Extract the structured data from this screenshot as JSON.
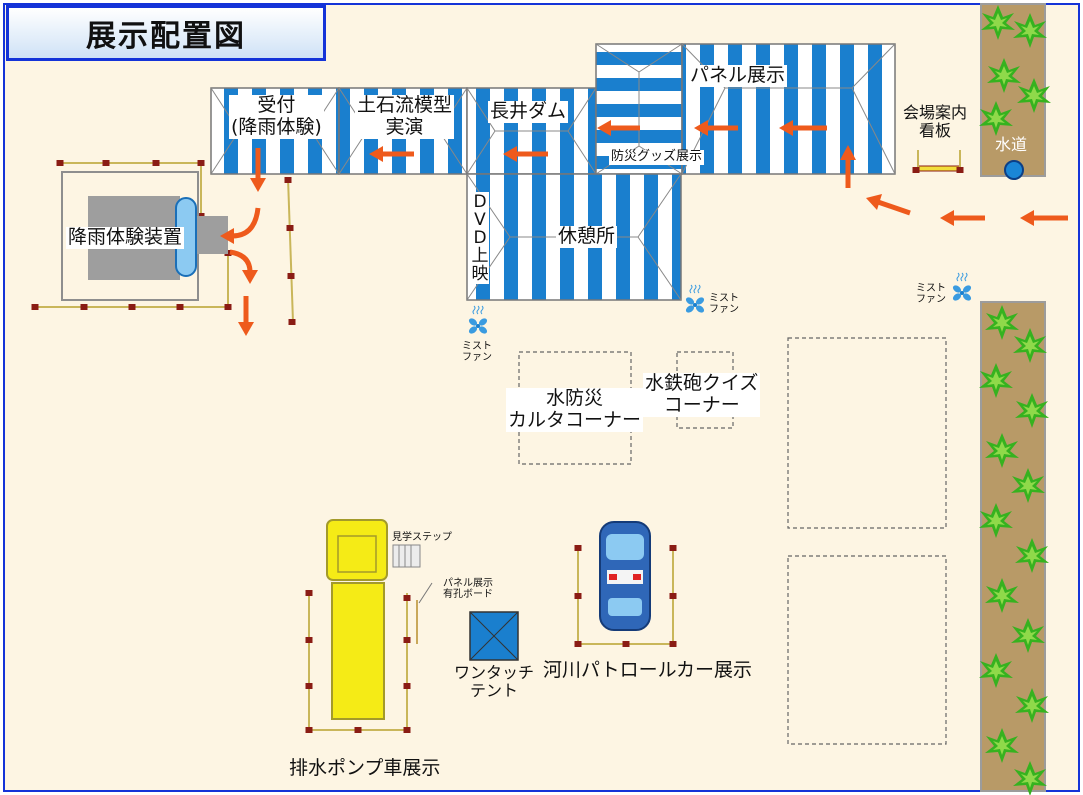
{
  "title": "展示配置図",
  "tents": {
    "uketsuke": {
      "line1": "受付",
      "line2": "(降雨体験)"
    },
    "dosekiryu": {
      "line1": "土石流模型",
      "line2": "実演"
    },
    "nagai_dam": "長井ダム",
    "panel": "パネル展示",
    "bousai_goods": "防災グッズ展示",
    "kyukeisho": "休憩所",
    "dvd": "DVD上映"
  },
  "equipment": {
    "rain_device": "降雨体験装置",
    "signboard": {
      "line1": "会場案内",
      "line2": "看板"
    },
    "water_tap": "水道"
  },
  "mist_fans": [
    {
      "line1": "ミスト",
      "line2": "ファン"
    },
    {
      "line1": "ミスト",
      "line2": "ファン"
    },
    {
      "line1": "ミスト",
      "line2": "ファン"
    }
  ],
  "corners": {
    "karuta": {
      "line1": "水防災",
      "line2": "カルタコーナー"
    },
    "quiz": {
      "line1": "水鉄砲クイズ",
      "line2": "コーナー"
    }
  },
  "pump_area": {
    "step": "見学ステップ",
    "board": {
      "line1": "パネル展示",
      "line2": "有孔ボード"
    },
    "one_touch_tent": {
      "line1": "ワンタッチ",
      "line2": "テント"
    },
    "label": "排水ポンプ車展示"
  },
  "patrol_car": "河川パトロールカー展示",
  "colors": {
    "ground": "#fdf5e3",
    "tent_blue": "#1a7fce",
    "arrow": "#ee5a1c",
    "title_border": "#1433d8",
    "pump_truck": "#f5eb16",
    "patrol_car": "#2f67b8",
    "tree_green": "#36b21f",
    "soil": "#b89a67",
    "water_drop": "#1a86d6"
  }
}
